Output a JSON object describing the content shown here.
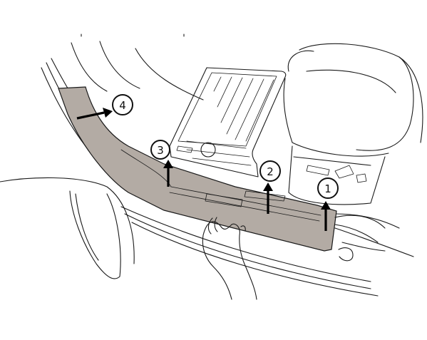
{
  "callouts": [
    {
      "number": "1"
    },
    {
      "number": "2"
    },
    {
      "number": "3"
    },
    {
      "number": "4"
    }
  ],
  "colors": {
    "sill_panel": "#b3aba4",
    "line": "#1a1a1a",
    "arrow": "#000000"
  }
}
